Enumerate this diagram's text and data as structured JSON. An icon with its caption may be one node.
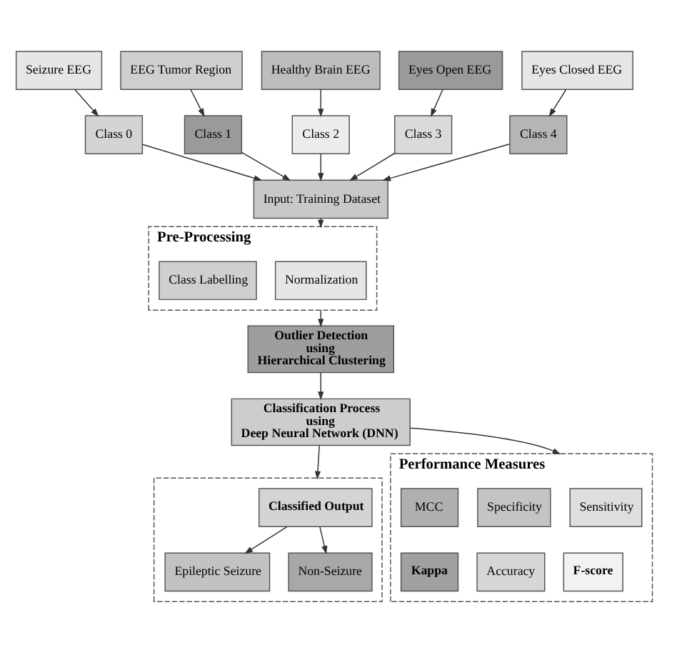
{
  "diagram": {
    "nodes": [
      {
        "text": [
          "Seizure EEG"
        ]
      },
      {
        "text": [
          "EEG Tumor Region"
        ]
      },
      {
        "text": [
          "Healthy Brain EEG"
        ]
      },
      {
        "text": [
          "Eyes Open EEG"
        ]
      },
      {
        "text": [
          "Eyes Closed EEG"
        ]
      },
      {
        "text": [
          "Class 0"
        ]
      },
      {
        "text": [
          "Class 1"
        ]
      },
      {
        "text": [
          "Class 2"
        ]
      },
      {
        "text": [
          "Class 3"
        ]
      },
      {
        "text": [
          "Class 4"
        ]
      },
      {
        "text": [
          "Input: Training Dataset"
        ]
      },
      {
        "text": [
          "Pre-Processing"
        ]
      },
      {
        "text": [
          "Normalization"
        ],
        "in": 11
      },
      {
        "text": [
          "Class Labelling"
        ],
        "in": 11
      },
      {
        "text": [
          "Outlier Detection using Hierarchical Clustering"
        ]
      },
      {
        "text": [
          "Classification Process using Deep Neural Network (DNN)"
        ]
      },
      {
        "text": [],
        "shape": "box"
      },
      {
        "text": [
          "Classified Output"
        ],
        "in": 16
      },
      {
        "text": [
          "Epileptic Seizure"
        ],
        "in": 16
      },
      {
        "text": [
          "Non-Seizure"
        ],
        "in": 16
      },
      {
        "text": [
          "Performance Measures"
        ]
      },
      {
        "text": [
          "Sensitivity"
        ],
        "in": 20
      },
      {
        "text": [
          "Specificity"
        ],
        "in": 20
      },
      {
        "text": [
          "MCC"
        ],
        "in": 20
      },
      {
        "text": [
          "Accuracy"
        ],
        "in": 20
      },
      {
        "text": [
          "F-score"
        ],
        "in": 20
      },
      {
        "text": [
          "Kappa"
        ],
        "in": 20
      }
    ],
    "edges": [
      {
        "from": 0,
        "to": 5,
        "arrow": "to"
      },
      {
        "from": 1,
        "to": 6,
        "arrow": "to"
      },
      {
        "from": 2,
        "to": 7,
        "arrow": "to"
      },
      {
        "from": 3,
        "to": 8,
        "arrow": "to"
      },
      {
        "from": 4,
        "to": 9,
        "arrow": "to"
      },
      {
        "from": 5,
        "to": 10,
        "arrow": "to"
      },
      {
        "from": 6,
        "to": 10,
        "arrow": "to"
      },
      {
        "from": 7,
        "to": 10,
        "arrow": "to"
      },
      {
        "from": 8,
        "to": 10,
        "arrow": "to"
      },
      {
        "from": 9,
        "to": 10,
        "arrow": "to"
      },
      {
        "from": 10,
        "to": 11,
        "arrow": "to"
      },
      {
        "from": 11,
        "to": 14,
        "arrow": "to"
      },
      {
        "from": 14,
        "to": 15,
        "arrow": "to"
      },
      {
        "from": 15,
        "to": 16,
        "arrow": "to"
      },
      {
        "from": 15,
        "to": 20,
        "arrow": "to"
      },
      {
        "from": 17,
        "to": 18,
        "arrow": "to"
      },
      {
        "from": 17,
        "to": 19,
        "arrow": "to"
      }
    ]
  }
}
